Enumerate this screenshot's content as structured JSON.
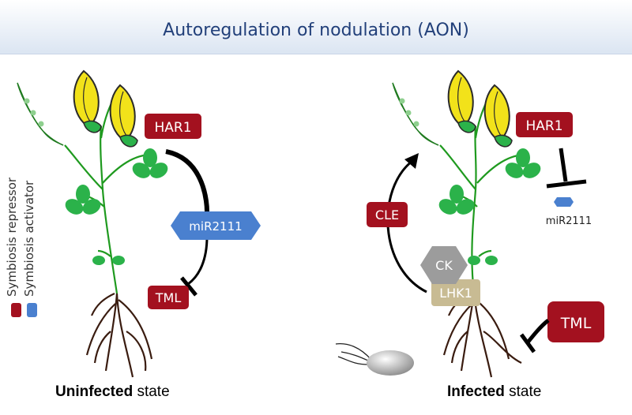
{
  "title": "Autoregulation of nodulation (AON)",
  "legend": {
    "repressor_label": "Symbiosis repressor",
    "activator_label": "Symbiosis activator",
    "repressor_color": "#a3111f",
    "activator_color": "#4a80cf"
  },
  "left_panel": {
    "state_bold": "Uninfected",
    "state_rest": " state",
    "har1": "HAR1",
    "mir": "miR2111",
    "tml": "TML"
  },
  "right_panel": {
    "state_bold": "Infected",
    "state_rest": " state",
    "har1": "HAR1",
    "mir": "miR2111",
    "tml": "TML",
    "cle": "CLE",
    "ck": "CK",
    "lhk1": "LHK1"
  },
  "colors": {
    "stem": "#1f9a1f",
    "leaf": "#2bb24a",
    "flower": "#f2e21a",
    "root": "#3a1c10",
    "ck": "#9c9c9c",
    "lhk1": "#c8bb93"
  }
}
